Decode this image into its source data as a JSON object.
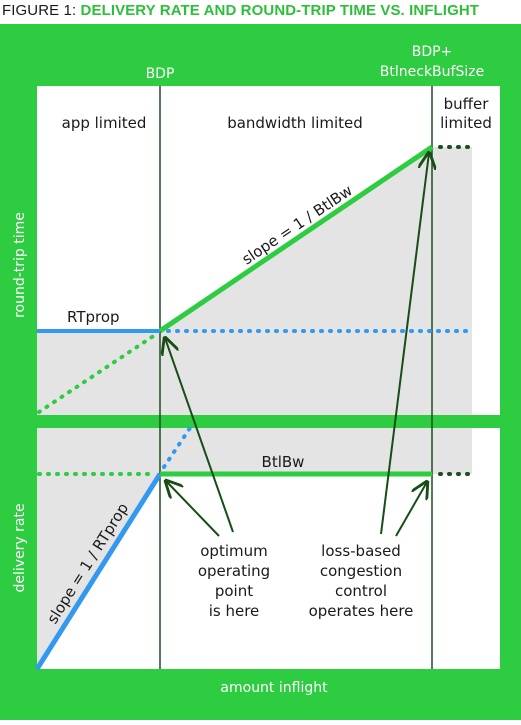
{
  "figure": {
    "prefix": "FIGURE 1:",
    "title": "DELIVERY RATE AND ROUND-TRIP TIME VS. INFLIGHT"
  },
  "colors": {
    "background_green": "#2ecc40",
    "title_green": "#2dbf3a",
    "panel": "#ffffff",
    "shade": "#e4e4e4",
    "line_green": "#2ecc40",
    "line_blue": "#3399ee",
    "divider_dark": "#1f4f1f",
    "arrow": "#174d17"
  },
  "labels": {
    "bdp": "BDP",
    "bdp_plus_1": "BDP+",
    "bdp_plus_2": "BtlneckBufSize",
    "app_limited": "app limited",
    "bandwidth_limited": "bandwidth limited",
    "buffer_limited_1": "buffer",
    "buffer_limited_2": "limited",
    "rtprop": "RTprop",
    "btlbw": "BtlBw",
    "slope_top": "slope = 1 / BtlBw",
    "slope_bottom": "slope = 1 / RTprop",
    "y_top": "round-trip time",
    "y_bottom": "delivery rate",
    "x_axis": "amount inflight",
    "optimum": [
      "optimum",
      "operating",
      "point",
      "is here"
    ],
    "loss_based": [
      "loss-based",
      "congestion",
      "control",
      "operates here"
    ]
  }
}
